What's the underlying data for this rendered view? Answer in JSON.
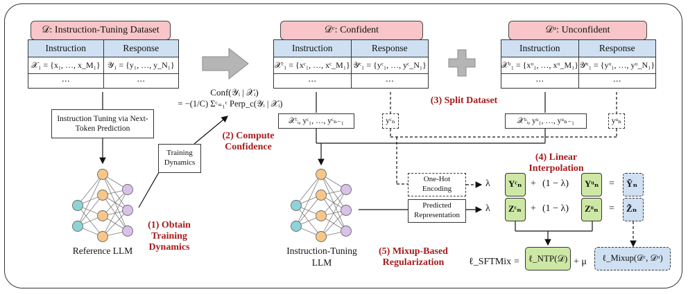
{
  "dataset": {
    "title": "𝒟: Instruction-Tuning Dataset"
  },
  "confident": {
    "title": "𝒟ᶜ: Confident"
  },
  "unconfident": {
    "title": "𝒟ᵘ: Unconfident"
  },
  "table_headers": {
    "instruction": "Instruction",
    "response": "Response"
  },
  "tables": {
    "main": {
      "inst": "𝒳₁ = {x₁, …, x_M₁}",
      "resp": "𝒴₁ = {y₁, …, y_N₁}",
      "dots": "⋯"
    },
    "conf": {
      "inst": "𝒳ᶜ₁ = {xᶜ₁, …, xᶜ_M₁}",
      "resp": "𝒴ᶜ₁ = {yᶜ₁, …, yᶜ_N₁}",
      "dots": "⋯"
    },
    "unconf": {
      "inst": "𝒳ᵘ₁ = {xᵘ₁, …, xᵘ_M₁}",
      "resp": "𝒴ᵘ₁ = {yᵘ₁, …, yᵘ_N₁}",
      "dots": "⋯"
    }
  },
  "instruction_tuning_box": "Instruction Tuning via Next-Token Prediction",
  "training_dynamics_box": "Training Dynamics",
  "conf_formula": {
    "line1": "Conf(𝒴ᵢ | 𝒳ᵢ)",
    "line2": "= −(1/C) Σᶜ₌₁ᶜ Perp_c(𝒴ᵢ | 𝒳ᵢ)"
  },
  "steps": {
    "s1": "(1) Obtain Training Dynamics",
    "s2": "(2) Compute Confidence",
    "s3": "(3) Split Dataset",
    "s4": "(4) Linear Interpolation",
    "s5": "(5) Mixup-Based Regularization"
  },
  "seq": {
    "conf_ctx": "𝒳ᶜᵢ, yᶜ₁, …, yᶜₙ₋₁",
    "conf_tgt": "yᶜₙ",
    "unconf_ctx": "𝒳ᵘᵢ, yᵘ₁, …, yᵘₙ₋₁",
    "unconf_tgt": "yᵘₙ"
  },
  "models": {
    "reference": "Reference LLM",
    "instruction_tuning": "Instruction-Tuning LLM"
  },
  "one_hot_box": "One-Hot Encoding",
  "predicted_box": "Predicted Representation",
  "interp": {
    "lambda": "λ",
    "plus": "+",
    "one_minus": "(1 − λ)",
    "eq": "=",
    "Yc": "Yᶜₙ",
    "Yu": "Yᵘₙ",
    "Ytilde": "Ỹₙ",
    "Zc": "Zᶜₙ",
    "Zu": "Zᵘₙ",
    "Ztilde": "Z̃ₙ"
  },
  "loss": {
    "lhs": "ℓ_SFTMix",
    "eq": "=",
    "ntp": "ℓ_NTP(𝒟)",
    "plus_mu": "+ μ",
    "mixup": "ℓ_Mixup(𝒟ᶜ, 𝒟ᵘ)"
  },
  "colors": {
    "pink": "#f8c6c8",
    "blue": "#cfe0f3",
    "green": "#cde8a4",
    "red_text": "#a61b1b",
    "node_teal": "#8fd3d8",
    "node_orange": "#f7c78a",
    "node_purple": "#d9c2ea"
  }
}
